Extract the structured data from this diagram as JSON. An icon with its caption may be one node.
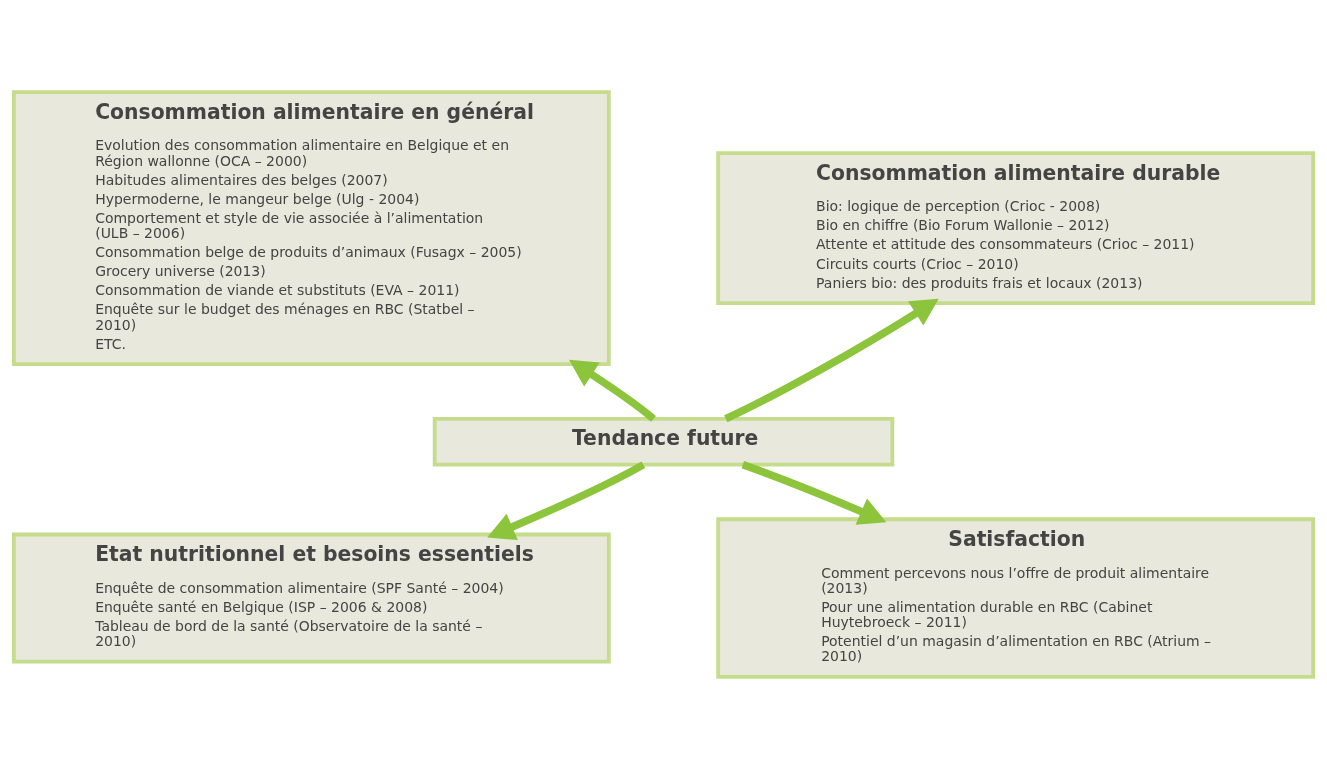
{
  "diagram": {
    "nodes": [
      {
        "text": [
          "Consommation alimentaire en général",
          "Evolution des consommation alimentaire en Belgique et en Région wallonne (OCA – 2000)",
          "Habitudes alimentaires des belges (2007)",
          "Hypermoderne, le mangeur belge (Ulg - 2004)",
          "Comportement et style de vie associée à l’alimentation (ULB – 2006)",
          "Consommation belge de produits d’animaux (Fusagx – 2005)",
          "Grocery universe (2013)",
          "Consommation de viande et substituts (EVA – 2011)",
          "Enquête sur le budget des ménages en RBC (Statbel – 2010)",
          "ETC."
        ]
      },
      {
        "text": [
          "Consommation alimentaire durable",
          "Bio: logique de perception (Crioc - 2008)",
          "Bio en chiffre (Bio Forum Wallonie – 2012)",
          "Attente et attitude des consommateurs (Crioc – 2011)",
          "Circuits courts (Crioc – 2010)",
          "Paniers bio: des produits frais et locaux (2013)"
        ]
      },
      {
        "text": [
          "Tendance future"
        ]
      },
      {
        "text": [
          "Etat nutritionnel et besoins essentiels",
          "Enquête de consommation alimentaire (SPF Santé – 2004)",
          "Enquête santé en Belgique (ISP – 2006 & 2008)",
          "Tableau de bord de la santé (Observatoire de la santé – 2010)"
        ]
      },
      {
        "text": [
          "Satisfaction",
          "Comment percevons nous l’offre de produit alimentaire (2013)",
          "Pour une alimentation durable en RBC (Cabinet Huytebroeck – 2011)",
          "Potentiel d’un magasin d’alimentation en RBC (Atrium – 2010)"
        ]
      }
    ],
    "edges": [
      {
        "from": 2,
        "to": 0,
        "arrow": "to"
      },
      {
        "from": 2,
        "to": 1,
        "arrow": "to"
      },
      {
        "from": 2,
        "to": 3,
        "arrow": "to"
      },
      {
        "from": 2,
        "to": 4,
        "arrow": "to"
      }
    ]
  }
}
